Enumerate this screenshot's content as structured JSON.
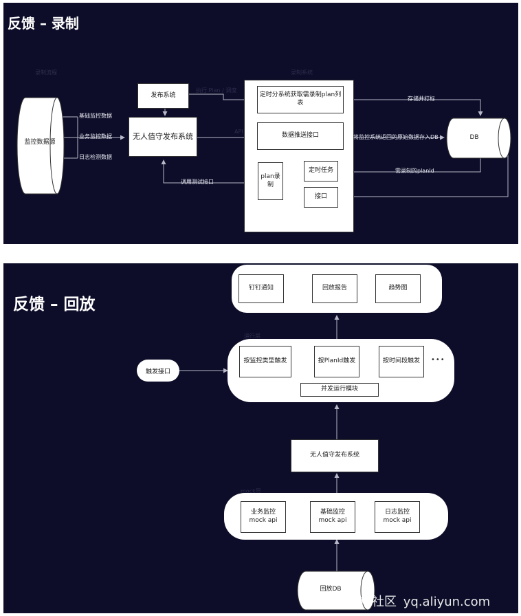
{
  "record": {
    "title": "反馈 – 录制",
    "faint_left": "录制流程",
    "faint_mid": "录制系统",
    "faint_top": "执行 Plan / 调度",
    "faint_api": "API",
    "source": "监控数据源",
    "labels": {
      "basic": "基础监控数据",
      "business": "业务监控数据",
      "log": "日志检测数据",
      "store_print": "存储并打标",
      "push_db": "将监控系统返回的原始数据存入DB",
      "need_planid": "需录制的planId",
      "call_api": "调用测试接口"
    },
    "publish": "发布系统",
    "unattended": "无人值守发布系统",
    "get_plan": "定时分系统获取需录制plan列表",
    "push_api": "数据推送接口",
    "plan_record": "plan录制",
    "timer_task": "定时任务",
    "api": "接口",
    "db": "DB"
  },
  "replay": {
    "title": "反馈 – 回放",
    "faint_run": "运行层",
    "faint_mock": "mock层",
    "outputs": [
      "钉钉通知",
      "回放报告",
      "趋势图"
    ],
    "trigger_api": "触发接口",
    "triggers": [
      "按监控类型触发",
      "按PlanId触发",
      "按时间段触发"
    ],
    "more": "•••",
    "concurrent": "并发运行模块",
    "unattended": "无人值守发布系统",
    "mocks": [
      {
        "line1": "业务监控",
        "line2": "mock api"
      },
      {
        "line1": "基础监控",
        "line2": "mock api"
      },
      {
        "line1": "日志监控",
        "line2": "mock api"
      }
    ],
    "db": "回放DB"
  },
  "watermark": {
    "cn": "云栖社区",
    "url": "yq.aliyun.com"
  },
  "colors": {
    "panel_bg": "#0d0d29",
    "line": "#b8b8c8",
    "faint": "#2e2e4e"
  }
}
